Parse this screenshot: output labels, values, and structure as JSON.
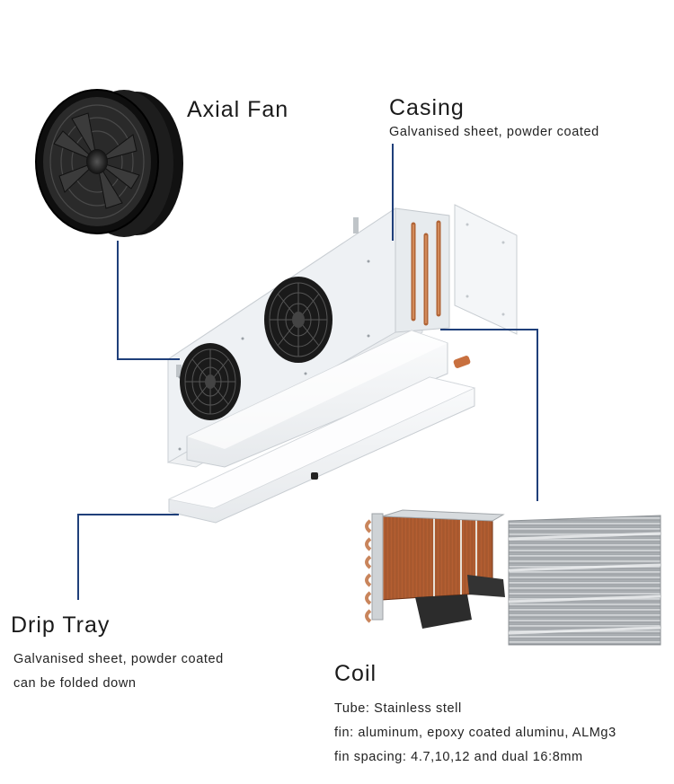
{
  "axial_fan": {
    "title": "Axial Fan"
  },
  "casing": {
    "title": "Casing",
    "desc": "Galvanised sheet, powder coated"
  },
  "drip_tray": {
    "title": "Drip Tray",
    "desc_line1": "Galvanised sheet, powder coated",
    "desc_line2": "can be folded down"
  },
  "coil": {
    "title": "Coil",
    "specs": [
      "Tube: Stainless stell",
      "fin: aluminum, epoxy coated aluminu, ALMg3",
      "fin spacing: 4.7,10,12 and dual 16:8mm"
    ]
  },
  "colors": {
    "leader_line": "#1f3f7a",
    "casing_white": "#f2f4f6",
    "fan_black": "#1b1b1b",
    "copper": "#c8683a",
    "aluminum": "#b8bcbf"
  }
}
